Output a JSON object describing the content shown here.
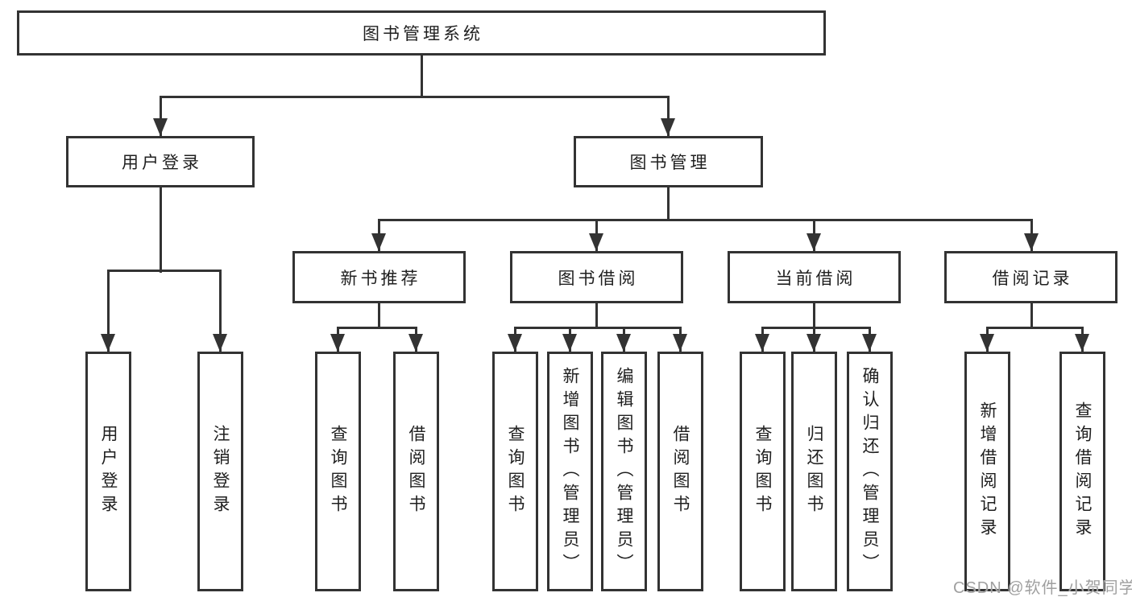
{
  "diagram_title": "图书管理系统",
  "nodes": {
    "root": "图书管理系统",
    "login": "用户登录",
    "management": "图书管理",
    "login_children": [
      "用户登录",
      "注销登录"
    ],
    "management_children": [
      "新书推荐",
      "图书借阅",
      "当前借阅",
      "借阅记录"
    ],
    "new_book_children": [
      "查询图书",
      "借阅图书"
    ],
    "borrow_children": [
      "查询图书",
      "新增图书（管理员）",
      "编辑图书（管理员）",
      "借阅图书"
    ],
    "current_children": [
      "查询图书",
      "归还图书",
      "确认归还（管理员）"
    ],
    "records_children": [
      "新增借阅记录",
      "查询借阅记录"
    ]
  },
  "watermark": "CSDN @软件_小贺同学",
  "colors": {
    "line": "#333333",
    "text": "#1f1f1f",
    "watermark": "#a0a0a0",
    "background": "#ffffff"
  }
}
